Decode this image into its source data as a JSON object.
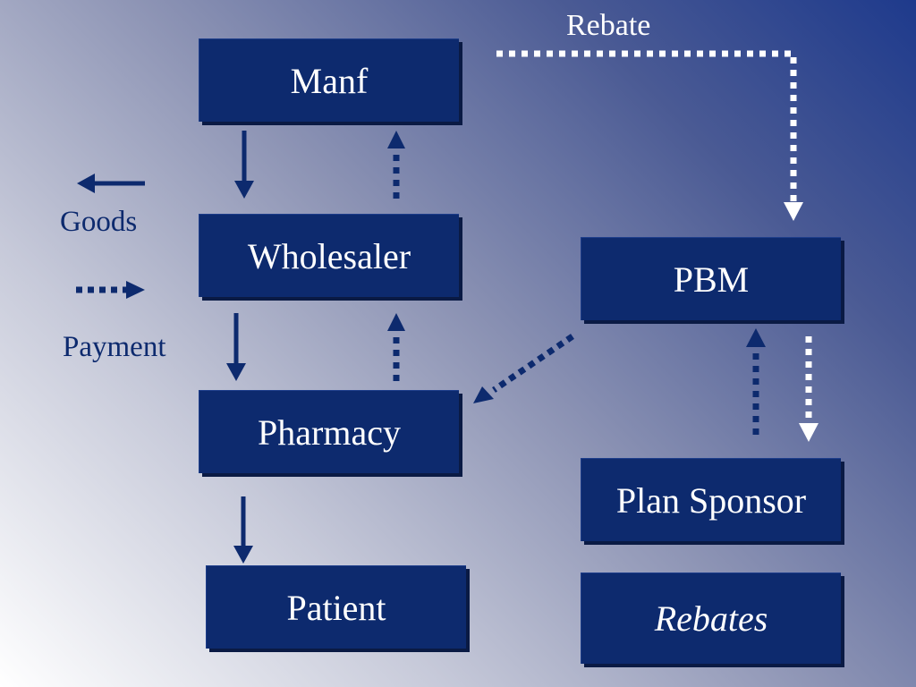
{
  "diagram": {
    "nodes": {
      "manf": "Manf",
      "wholesaler": "Wholesaler",
      "pharmacy": "Pharmacy",
      "patient": "Patient",
      "pbm": "PBM",
      "plan_sponsor": "Plan Sponsor",
      "rebates": "Rebates"
    },
    "rebate_label": "Rebate",
    "legend": {
      "goods_label": "Goods",
      "payment_label": "Payment"
    },
    "edges": [
      {
        "from": "Manf",
        "to": "Wholesaler",
        "type": "goods"
      },
      {
        "from": "Wholesaler",
        "to": "Manf",
        "type": "payment"
      },
      {
        "from": "Wholesaler",
        "to": "Pharmacy",
        "type": "goods"
      },
      {
        "from": "Pharmacy",
        "to": "Wholesaler",
        "type": "payment"
      },
      {
        "from": "Pharmacy",
        "to": "Patient",
        "type": "goods"
      },
      {
        "from": "PBM",
        "to": "Pharmacy",
        "type": "payment"
      },
      {
        "from": "Plan Sponsor",
        "to": "PBM",
        "type": "payment"
      },
      {
        "from": "PBM",
        "to": "Plan Sponsor",
        "type": "rebate"
      },
      {
        "from": "Manf",
        "to": "PBM",
        "type": "rebate"
      }
    ],
    "colors": {
      "box": "#0d2a6e",
      "arrow": "#0d2a6e",
      "rebate_arrow": "#ffffff"
    }
  }
}
